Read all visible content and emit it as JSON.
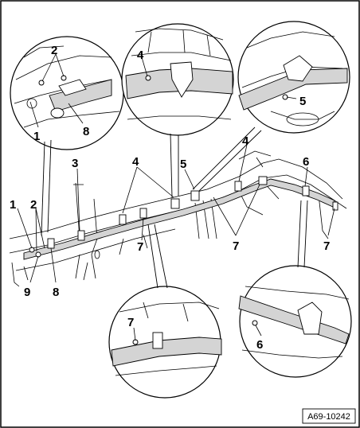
{
  "figure": {
    "reference_code": "A69-10242",
    "colors": {
      "line": "#000000",
      "airbag_fill": "#d4d4d4",
      "background": "#ffffff"
    }
  },
  "main_view": {
    "callouts": [
      "1",
      "2",
      "9",
      "8",
      "3",
      "4",
      "7",
      "5",
      "4",
      "6",
      "7",
      "7"
    ]
  },
  "inset_front_left": {
    "callouts": [
      "2",
      "1",
      "8"
    ]
  },
  "inset_top_middle": {
    "callouts": [
      "4"
    ]
  },
  "inset_top_right": {
    "callouts": [
      "5"
    ]
  },
  "inset_bottom_middle": {
    "callouts": [
      "7"
    ]
  },
  "inset_bottom_right": {
    "callouts": [
      "6"
    ]
  }
}
